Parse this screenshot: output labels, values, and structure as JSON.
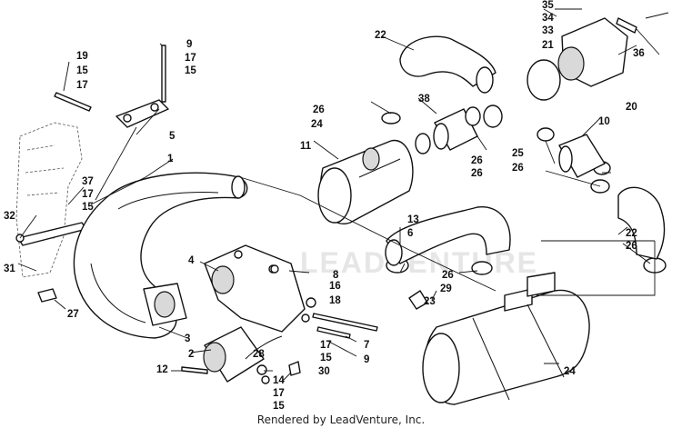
{
  "watermark": "LEADVENTURE",
  "footer": "Rendered by LeadVenture, Inc.",
  "callouts": [
    "1",
    "2",
    "3",
    "4",
    "5",
    "6",
    "7",
    "8",
    "9",
    "9",
    "10",
    "11",
    "12",
    "13",
    "14",
    "15",
    "15",
    "15",
    "15",
    "15",
    "16",
    "17",
    "17",
    "17",
    "17",
    "17",
    "18",
    "19",
    "20",
    "21",
    "22",
    "22",
    "23",
    "24",
    "24",
    "25",
    "26",
    "26",
    "26",
    "26",
    "26",
    "26",
    "27",
    "28",
    "29",
    "30",
    "31",
    "32",
    "33",
    "34",
    "35",
    "36",
    "37",
    "38"
  ]
}
